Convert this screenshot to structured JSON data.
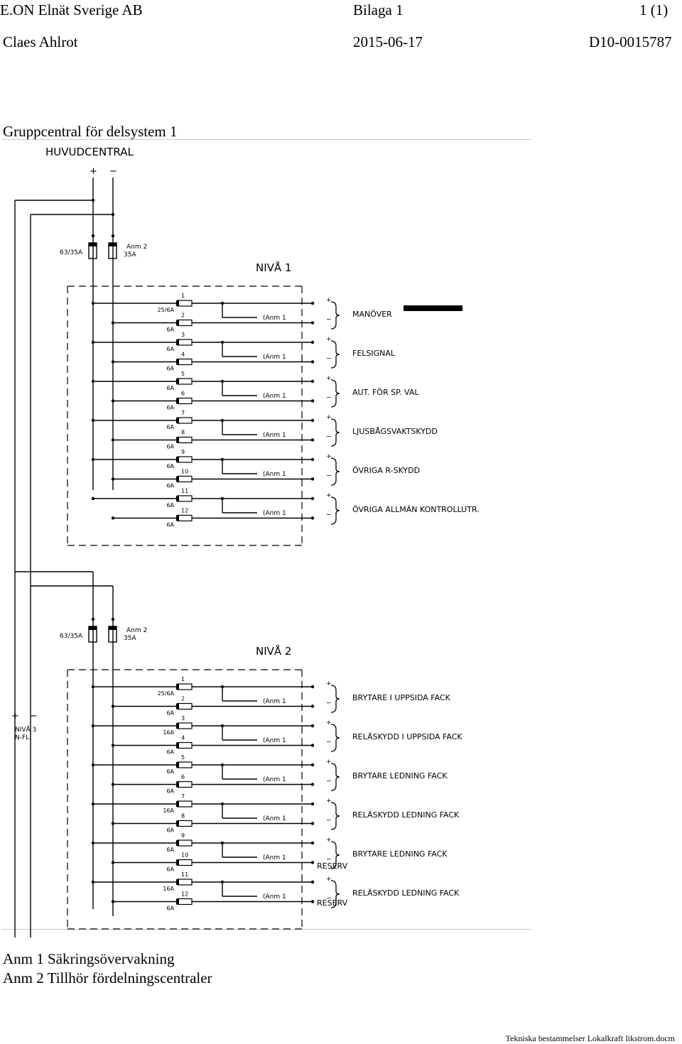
{
  "header": {
    "company": "E.ON Elnät Sverige AB",
    "appendix": "Bilaga 1",
    "page": "1 (1)",
    "author": "Claes Ahlrot",
    "date": "2015-06-17",
    "docnum": "D10-0015787"
  },
  "title": "Gruppcentral för delsystem 1",
  "diagram": {
    "main_label": "HUVUDCENTRAL",
    "plus": "+",
    "minus": "−",
    "anm": "(Anm 1",
    "levels": [
      {
        "name": "NIVÅ 1",
        "fuse_left": "63/35A",
        "fuse_right": "Anm 2",
        "fuse_right_sub": "35A",
        "ratings": [
          "25/6A",
          "6A",
          "6A",
          "6A",
          "6A",
          "6A",
          "6A",
          "6A",
          "6A",
          "6A",
          "6A",
          "6A"
        ],
        "outputs": [
          "MANÖVER",
          "FELSIGNAL",
          "AUT. FÖR SP. VAL",
          "LJUSBÅGSVAKTSKYDD",
          "ÖVRIGA R-SKYDD",
          "ÖVRIGA ALLMÄN KONTROLLUTR."
        ]
      },
      {
        "name": "NIVÅ 2",
        "fuse_left": "63/35A",
        "fuse_right": "Anm 2",
        "fuse_right_sub": "35A",
        "ratings": [
          "25/6A",
          "6A",
          "16A",
          "6A",
          "6A",
          "6A",
          "16A",
          "6A",
          "6A",
          "6A",
          "16A",
          "6A"
        ],
        "outputs": [
          "BRYTARE I UPPSIDA FACK",
          "RELÄSKYDD I UPPSIDA FACK",
          "BRYTARE LEDNING FACK",
          "RELÄSKYDD LEDNING FACK",
          "BRYTARE LEDNING FACK",
          "RELÄSKYDD LEDNING FACK"
        ]
      }
    ],
    "niva3": {
      "line1": "NIVÅ 3",
      "line2": "N-FL."
    },
    "reserv": "RESERV"
  },
  "notes": {
    "anm1": "Anm 1 Säkringsövervakning",
    "anm2": "Anm 2 Tillhör fördelningscentraler"
  },
  "footer": "Tekniska bestammelser Lokalkraft likstrom.docm"
}
